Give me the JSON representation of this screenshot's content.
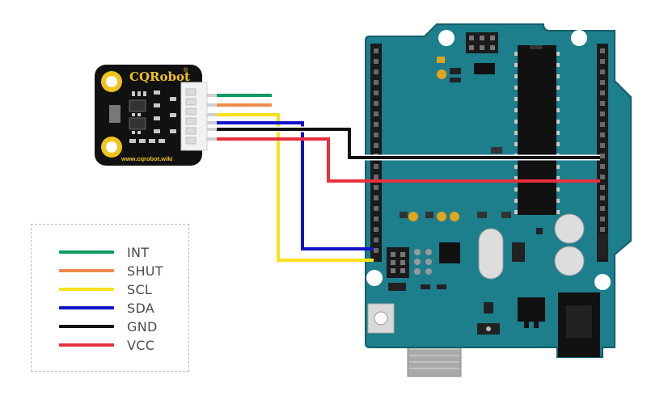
{
  "module": {
    "brand": "CQRobot",
    "registered": "®",
    "url": "www.cqrobot.wiki"
  },
  "wires": [
    {
      "name": "INT",
      "color": "#0f9a63"
    },
    {
      "name": "SHUT",
      "color": "#ee8a4c"
    },
    {
      "name": "SCL",
      "color": "#f9e11d"
    },
    {
      "name": "SDA",
      "color": "#1212c8"
    },
    {
      "name": "GND",
      "color": "#111111"
    },
    {
      "name": "VCC",
      "color": "#e8303e"
    }
  ],
  "colors": {
    "board": "#1d7e8c",
    "board_edge": "#125f6a",
    "module_pcb": "#111111",
    "mount_ring": "#f0c419",
    "connector": "#f2f2f2",
    "header": "#1b1b1b"
  }
}
